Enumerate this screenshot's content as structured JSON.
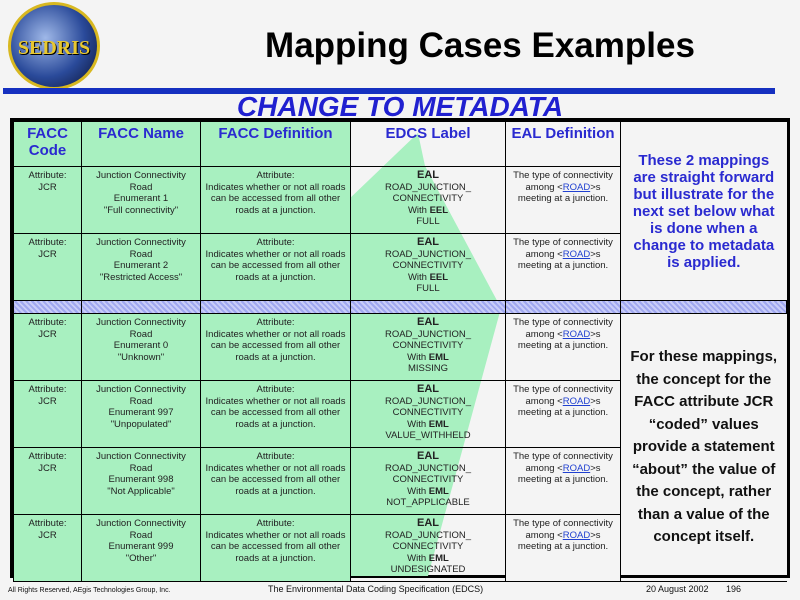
{
  "logo_text": "SEDRIS",
  "title": "Mapping Cases Examples",
  "subtitle": "CHANGE  TO  METADATA",
  "headers": {
    "code": "FACC Code",
    "name": "FACC Name",
    "def": "FACC Definition",
    "label": "EDCS Label",
    "eal": "EAL Definition"
  },
  "side_top": "These 2 mappings are straight forward but illustrate for the next set below what is done when a change to metadata is applied.",
  "side_bottom": "For these mappings, the concept for the FACC attribute JCR “coded” values provide a statement “about” the value of the concept, rather than a value of the concept itself.",
  "rows": [
    {
      "code1": "Attribute:",
      "code2": "JCR",
      "name1": "Junction Connectivity",
      "name2": "Road",
      "enum": "Enumerant 1",
      "val": "\"Full connectivity\"",
      "def1": "Attribute:",
      "def2": "Indicates whether or not all roads can be accessed from all other roads at a junction.",
      "eal": "EAL",
      "lab": "ROAD_JUNCTION_ CONNECTIVITY",
      "with": "With",
      "kind": "EEL",
      "labval": "FULL",
      "ed1": "The type of connectivity among <",
      "link": "ROAD",
      "ed2": ">s meeting at a junction."
    },
    {
      "code1": "Attribute:",
      "code2": "JCR",
      "name1": "Junction Connectivity",
      "name2": "Road",
      "enum": "Enumerant 2",
      "val": "\"Restricted Access\"",
      "def1": "Attribute:",
      "def2": "Indicates whether or not all roads can be accessed from all other roads at a junction.",
      "eal": "EAL",
      "lab": "ROAD_JUNCTION_ CONNECTIVITY",
      "with": "With",
      "kind": "EEL",
      "labval": "FULL",
      "ed1": "The type of connectivity among <",
      "link": "ROAD",
      "ed2": ">s meeting at a junction."
    },
    {
      "code1": "Attribute:",
      "code2": "JCR",
      "name1": "Junction Connectivity",
      "name2": "Road",
      "enum": "Enumerant  0",
      "val": "\"Unknown\"",
      "def1": "Attribute:",
      "def2": "Indicates whether or not all roads can be accessed from all other roads at a junction.",
      "eal": "EAL",
      "lab": "ROAD_JUNCTION_ CONNECTIVITY",
      "with": "With",
      "kind": "EML",
      "labval": "MISSING",
      "ed1": "The type of connectivity among <",
      "link": "ROAD",
      "ed2": ">s meeting at a junction."
    },
    {
      "code1": "Attribute:",
      "code2": "JCR",
      "name1": "Junction Connectivity",
      "name2": "Road",
      "enum": "Enumerant  997",
      "val": "\"Unpopulated\"",
      "def1": "Attribute:",
      "def2": "Indicates whether or not all roads can be accessed from all other roads at a junction.",
      "eal": "EAL",
      "lab": "ROAD_JUNCTION_ CONNECTIVITY",
      "with": "With",
      "kind": "EML",
      "labval": "VALUE_WITHHELD",
      "ed1": "The type of connectivity among <",
      "link": "ROAD",
      "ed2": ">s meeting at a junction."
    },
    {
      "code1": "Attribute:",
      "code2": "JCR",
      "name1": "Junction Connectivity",
      "name2": "Road",
      "enum": "Enumerant  998",
      "val": "\"Not Applicable\"",
      "def1": "Attribute:",
      "def2": "Indicates whether or not all roads can be accessed from all other roads at a junction.",
      "eal": "EAL",
      "lab": "ROAD_JUNCTION_ CONNECTIVITY",
      "with": "With",
      "kind": "EML",
      "labval": "NOT_APPLICABLE",
      "ed1": "The type of connectivity among <",
      "link": "ROAD",
      "ed2": ">s meeting at a junction."
    },
    {
      "code1": "Attribute:",
      "code2": "JCR",
      "name1": "Junction Connectivity",
      "name2": "Road",
      "enum": "Enumerant  999",
      "val": "\"Other\"",
      "def1": "Attribute:",
      "def2": "Indicates whether or not all roads can be accessed from all other roads at a junction.",
      "eal": "EAL",
      "lab": "ROAD_JUNCTION_ CONNECTIVITY",
      "with": "With",
      "kind": "EML",
      "labval": "UNDESIGNATED",
      "ed1": "The type of connectivity among <",
      "link": "ROAD",
      "ed2": ">s meeting at a junction."
    }
  ],
  "footer": {
    "copyright": "All Rights Reserved, AEgis Technologies Group, Inc.",
    "center": "The Environmental Data Coding Specification (EDCS)",
    "date": "20 August 2002",
    "page": "196"
  }
}
